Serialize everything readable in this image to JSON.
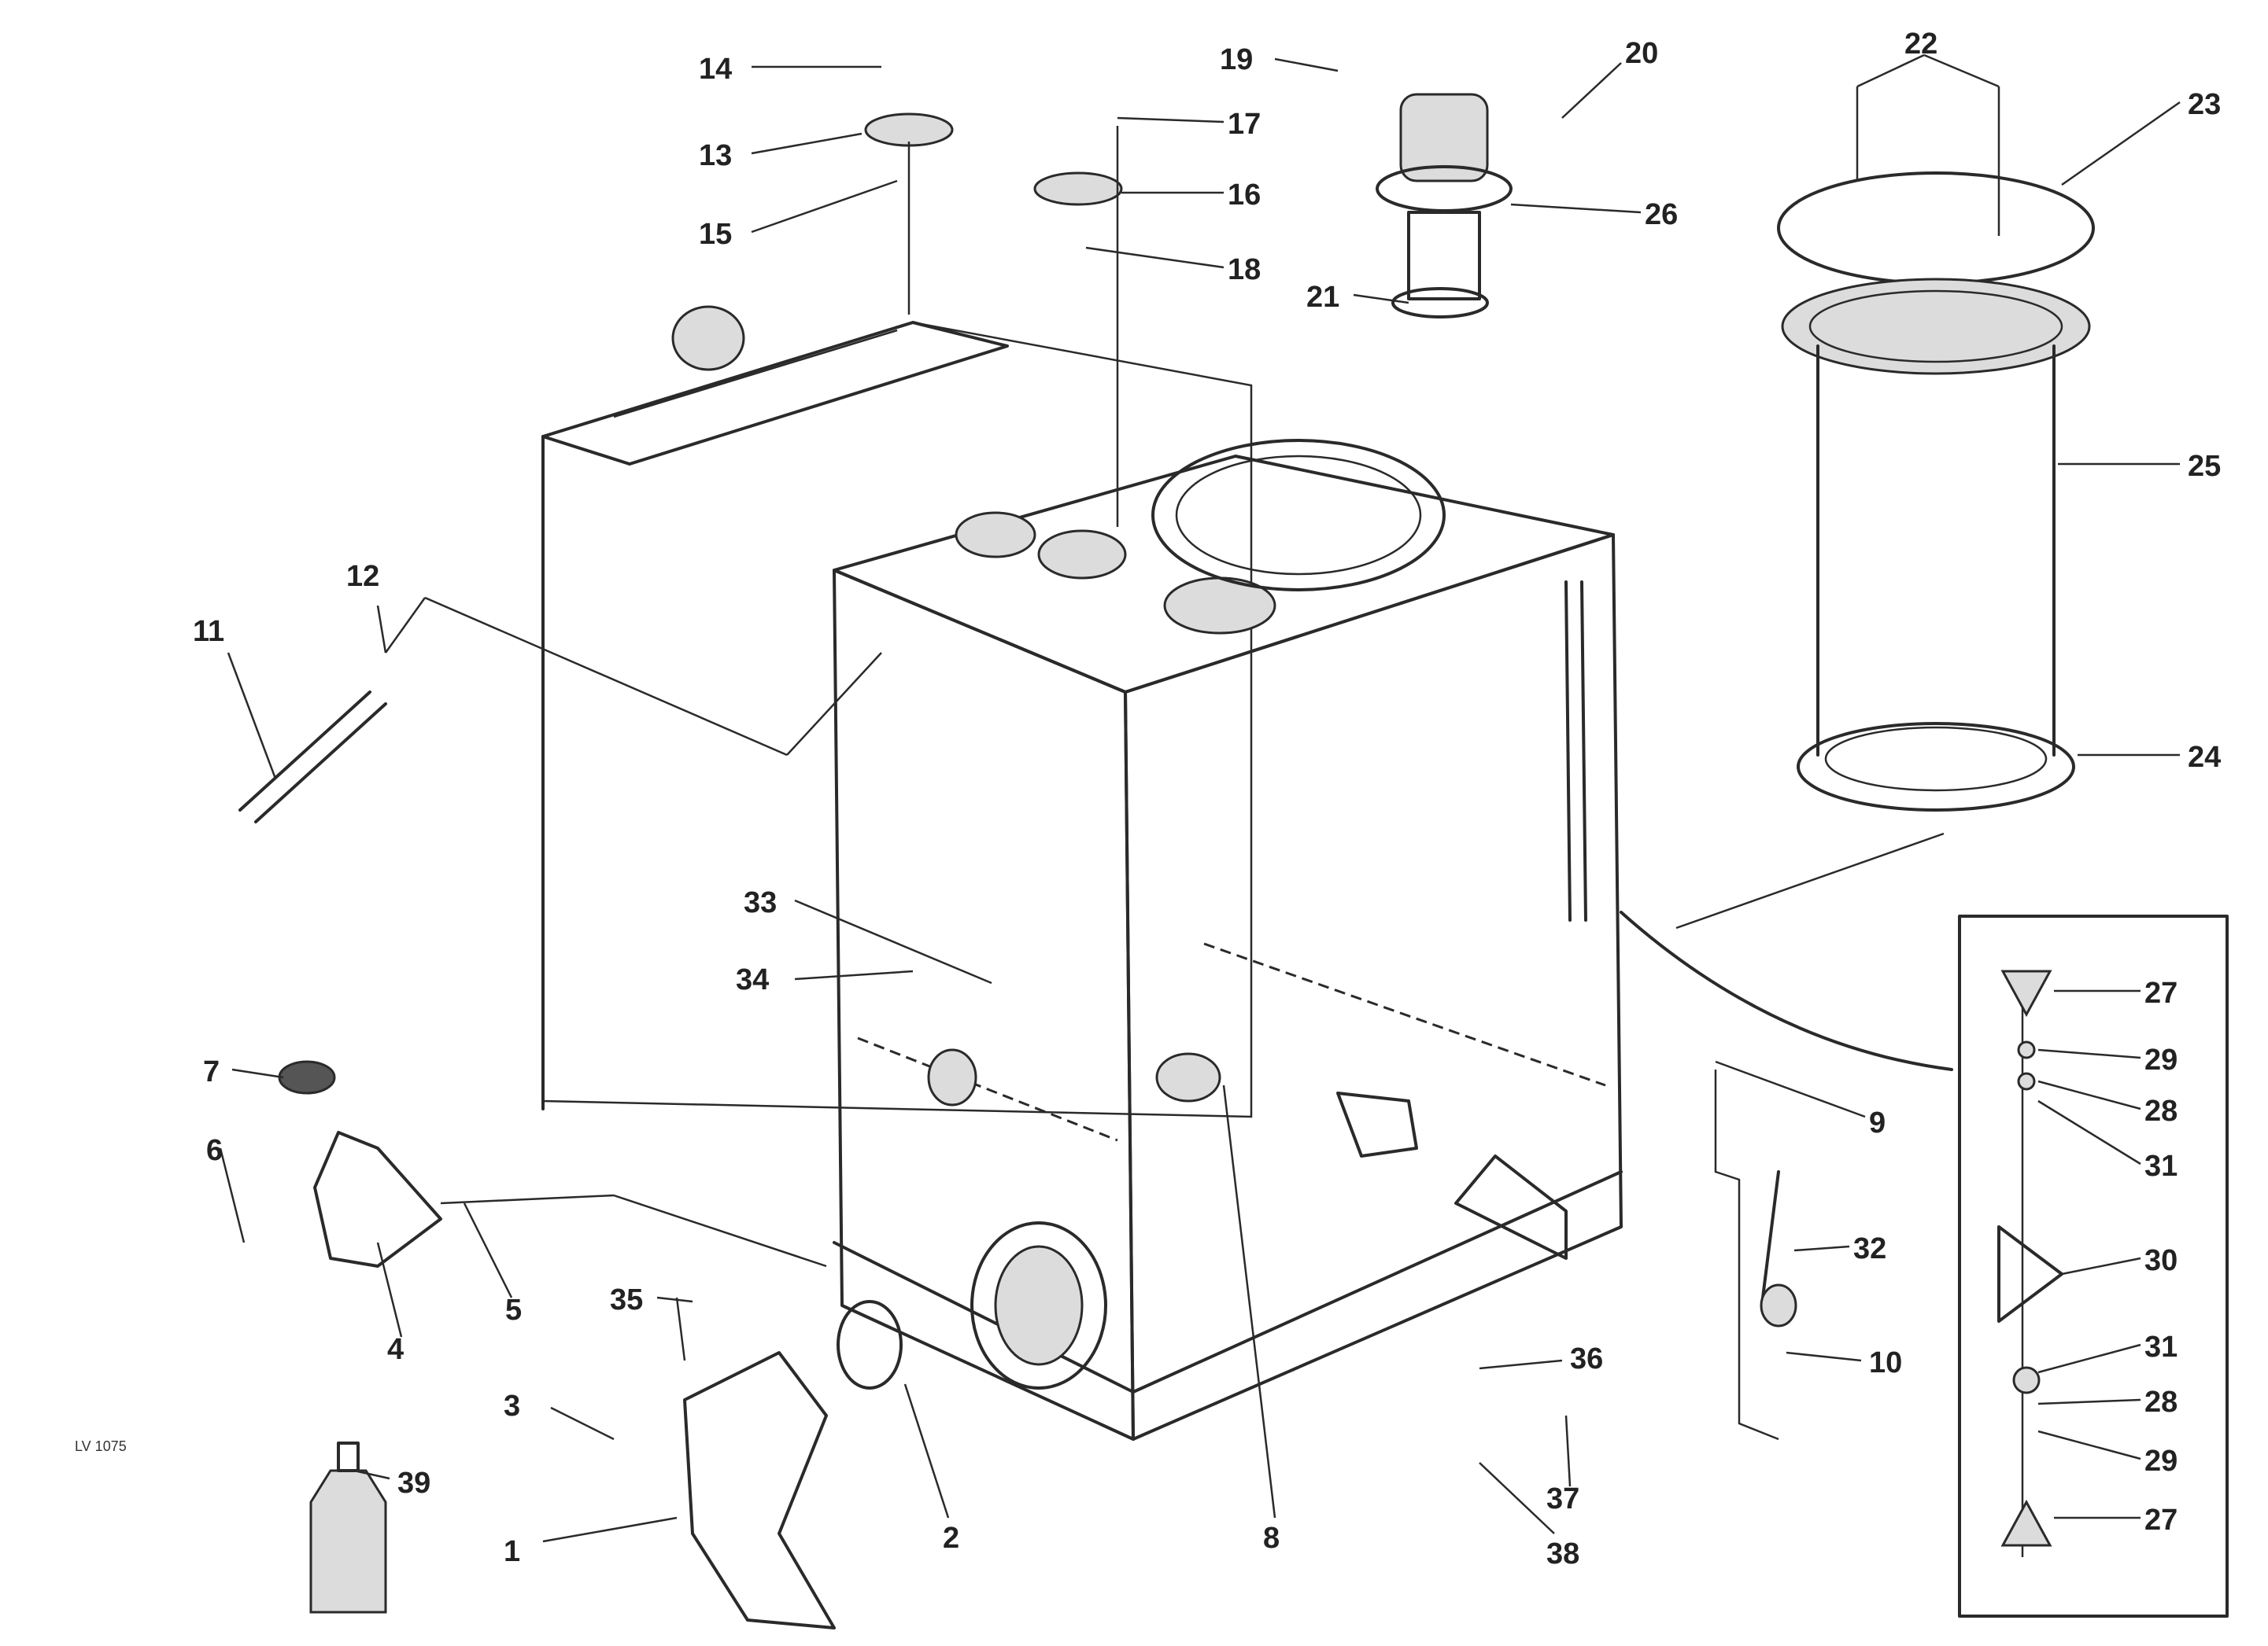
{
  "diagram": {
    "stamp_lines": [
      "",
      "",
      "LV 1075"
    ],
    "callouts": [
      {
        "id": "c14",
        "text": "14"
      },
      {
        "id": "c13a",
        "text": "13"
      },
      {
        "id": "c15a",
        "text": "15"
      },
      {
        "id": "c17",
        "text": "17"
      },
      {
        "id": "c16",
        "text": "16"
      },
      {
        "id": "c18",
        "text": "18"
      },
      {
        "id": "c19",
        "text": "19"
      },
      {
        "id": "c20",
        "text": "20"
      },
      {
        "id": "c26",
        "text": "26"
      },
      {
        "id": "c21",
        "text": "21"
      },
      {
        "id": "c22",
        "text": "22"
      },
      {
        "id": "c23",
        "text": "23"
      },
      {
        "id": "c25",
        "text": "25"
      },
      {
        "id": "c24",
        "text": "24"
      },
      {
        "id": "c12",
        "text": "12"
      },
      {
        "id": "c11",
        "text": "11"
      },
      {
        "id": "c33",
        "text": "33"
      },
      {
        "id": "c34",
        "text": "34"
      },
      {
        "id": "c7",
        "text": "7"
      },
      {
        "id": "c6",
        "text": "6"
      },
      {
        "id": "c4",
        "text": "4"
      },
      {
        "id": "c5",
        "text": "5"
      },
      {
        "id": "c35",
        "text": "35"
      },
      {
        "id": "c3",
        "text": "3"
      },
      {
        "id": "c1",
        "text": "1"
      },
      {
        "id": "c2",
        "text": "2"
      },
      {
        "id": "c39",
        "text": "39"
      },
      {
        "id": "c8",
        "text": "8"
      },
      {
        "id": "c36",
        "text": "36"
      },
      {
        "id": "c37",
        "text": "37"
      },
      {
        "id": "c38",
        "text": "38"
      },
      {
        "id": "c9",
        "text": "9"
      },
      {
        "id": "c32",
        "text": "32"
      },
      {
        "id": "c10",
        "text": "10"
      },
      {
        "id": "k27a",
        "text": "27"
      },
      {
        "id": "k29a",
        "text": "29"
      },
      {
        "id": "k28a",
        "text": "28"
      },
      {
        "id": "k31a",
        "text": "31"
      },
      {
        "id": "k30",
        "text": "30"
      },
      {
        "id": "k31b",
        "text": "31"
      },
      {
        "id": "k28b",
        "text": "28"
      },
      {
        "id": "k29b",
        "text": "29"
      },
      {
        "id": "k27b",
        "text": "27"
      }
    ]
  }
}
